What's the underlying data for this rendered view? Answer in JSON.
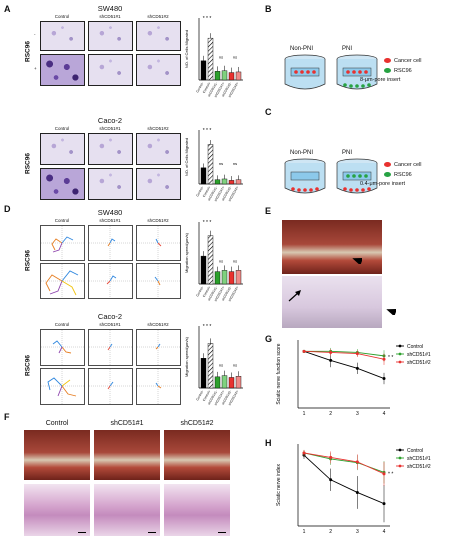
{
  "panels": {
    "A": {
      "letter": "A",
      "row_label": "RSC96",
      "row_signs": [
        "-",
        "+"
      ],
      "sw480": {
        "title": "SW480",
        "columns": [
          "Control",
          "shCD51#1",
          "shCD51#2"
        ],
        "chart_ylabel": "NO. of Cells Migrated",
        "sig": [
          "* * *",
          "ns",
          "ns"
        ]
      },
      "caco2": {
        "title": "Caco-2",
        "columns": [
          "Control",
          "shCD51#1",
          "shCD51#2"
        ],
        "chart_ylabel": "NO. of Cells Migrated",
        "sig": [
          "* * *",
          "ns",
          "ns"
        ]
      }
    },
    "B": {
      "letter": "B",
      "left_label": "Non-PNI",
      "right_label": "PNI",
      "legend": [
        "Cancer cell",
        "RSC96",
        "8-μm-pore insert"
      ],
      "colors": {
        "cancer": "#e8312f",
        "rsc96": "#27a243"
      }
    },
    "C": {
      "letter": "C",
      "left_label": "Non-PNI",
      "right_label": "PNI",
      "legend": [
        "Cancer cell",
        "RSC96",
        "0.4-μm-pore insert"
      ]
    },
    "D": {
      "letter": "D",
      "row_label": "RSC96",
      "sw480": {
        "title": "SW480",
        "columns": [
          "Control",
          "shCD51#1",
          "shCD51#2"
        ],
        "chart_ylabel": "Migration speed(μm/s)",
        "sig": [
          "* * *",
          "ns",
          "ns"
        ]
      },
      "caco2": {
        "title": "Caco-2",
        "columns": [
          "Control",
          "shCD51#1",
          "shCD51#2"
        ],
        "chart_ylabel": "Migration speed(μm/s)",
        "sig": [
          "* * *",
          "ns",
          "ns"
        ]
      }
    },
    "E": {
      "letter": "E"
    },
    "F": {
      "letter": "F",
      "columns": [
        "Control",
        "shCD51#1",
        "shCD51#2"
      ]
    },
    "G": {
      "letter": "G",
      "sig": "* *"
    },
    "H": {
      "letter": "H",
      "sig": "* *"
    }
  },
  "chart_data": [
    {
      "id": "A-SW480",
      "type": "bar",
      "categories": [
        "Control-",
        "Control+",
        "shCD51#1-",
        "shCD51#1+",
        "shCD51#2-",
        "shCD51#2+"
      ],
      "values": [
        62,
        135,
        28,
        30,
        24,
        26
      ],
      "ylabel": "NO. of Cells Migrated",
      "ylim": [
        0,
        200
      ],
      "colors": [
        "#000000",
        "hatch",
        "#2ca02c",
        "#7fd17f",
        "#e8312f",
        "#f08a88"
      ]
    },
    {
      "id": "A-Caco2",
      "type": "bar",
      "categories": [
        "Control-",
        "Control+",
        "shCD51#1-",
        "shCD51#1+",
        "shCD51#2-",
        "shCD51#2+"
      ],
      "values": [
        45,
        110,
        12,
        14,
        10,
        12
      ],
      "ylabel": "NO. of Cells Migrated",
      "ylim": [
        0,
        150
      ],
      "colors": [
        "#000000",
        "hatch",
        "#2ca02c",
        "#7fd17f",
        "#e8312f",
        "#f08a88"
      ]
    },
    {
      "id": "D-SW480",
      "type": "bar",
      "categories": [
        "Control-",
        "Control+",
        "shCD51#1-",
        "shCD51#1+",
        "shCD51#2-",
        "shCD51#2+"
      ],
      "values": [
        0.45,
        0.78,
        0.2,
        0.22,
        0.2,
        0.22
      ],
      "ylabel": "Migration speed(μm/s)",
      "ylim": [
        0,
        1
      ],
      "colors": [
        "#000000",
        "hatch",
        "#2ca02c",
        "#7fd17f",
        "#e8312f",
        "#f08a88"
      ]
    },
    {
      "id": "D-Caco2",
      "type": "bar",
      "categories": [
        "Control-",
        "Control+",
        "shCD51#1-",
        "shCD51#1+",
        "shCD51#2-",
        "shCD51#2+"
      ],
      "values": [
        0.48,
        0.72,
        0.18,
        0.2,
        0.17,
        0.19
      ],
      "ylabel": "Migration speed(μm/s)",
      "ylim": [
        0,
        1
      ],
      "colors": [
        "#000000",
        "hatch",
        "#2ca02c",
        "#7fd17f",
        "#e8312f",
        "#f08a88"
      ]
    },
    {
      "id": "G",
      "type": "line",
      "x": [
        1,
        2,
        3,
        4
      ],
      "ylabel": "Sciatic nerve function score",
      "ylim": [
        0,
        6
      ],
      "series": [
        {
          "name": "Control",
          "color": "#000000",
          "values": [
            5,
            4.2,
            3.5,
            2.6
          ],
          "err": [
            0,
            0.6,
            0.5,
            0.5
          ]
        },
        {
          "name": "shCD51#1",
          "color": "#2ca02c",
          "values": [
            5,
            5,
            4.9,
            4.6
          ],
          "err": [
            0,
            0.3,
            0.3,
            0.5
          ]
        },
        {
          "name": "shCD51#2",
          "color": "#e8312f",
          "values": [
            5,
            4.9,
            4.8,
            4.3
          ],
          "err": [
            0,
            0.3,
            0.3,
            0.5
          ]
        }
      ]
    },
    {
      "id": "H",
      "type": "line",
      "x": [
        1,
        2,
        3,
        4
      ],
      "ylabel": "Sciatic nerve index",
      "ylim": [
        0,
        1.1
      ],
      "series": [
        {
          "name": "Control",
          "color": "#000000",
          "values": [
            0.95,
            0.62,
            0.45,
            0.3
          ],
          "err": [
            0.05,
            0.15,
            0.22,
            0.25
          ]
        },
        {
          "name": "shCD51#1",
          "color": "#2ca02c",
          "values": [
            0.98,
            0.9,
            0.85,
            0.72
          ],
          "err": [
            0.04,
            0.08,
            0.1,
            0.15
          ]
        },
        {
          "name": "shCD51#2",
          "color": "#e8312f",
          "values": [
            0.98,
            0.92,
            0.86,
            0.7
          ],
          "err": [
            0.04,
            0.08,
            0.1,
            0.16
          ]
        }
      ]
    }
  ]
}
